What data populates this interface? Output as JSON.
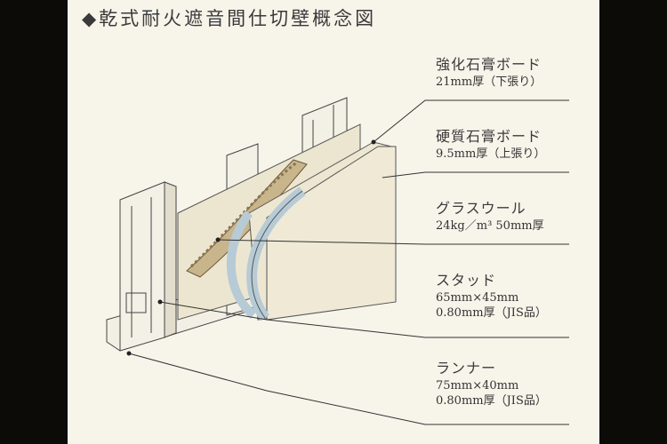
{
  "title": "◆乾式耐火遮音間仕切壁概念図",
  "labels": [
    {
      "name": "強化石膏ボード",
      "spec": [
        "21mm厚（下張り）"
      ]
    },
    {
      "name": "硬質石膏ボード",
      "spec": [
        "9.5mm厚（上張り）"
      ]
    },
    {
      "name": "グラスウール",
      "spec": [
        "24kg／m³ 50mm厚"
      ]
    },
    {
      "name": "スタッド",
      "spec": [
        "65mm×45mm",
        "0.80mm厚（JIS品）"
      ]
    },
    {
      "name": "ランナー",
      "spec": [
        "75mm×40mm",
        "0.80mm厚（JIS品）"
      ]
    }
  ],
  "colors": {
    "paper": "#f7f4ea",
    "board": "#eae4cf",
    "blue_edge": "#b7cbd6",
    "ink": "#333333"
  }
}
